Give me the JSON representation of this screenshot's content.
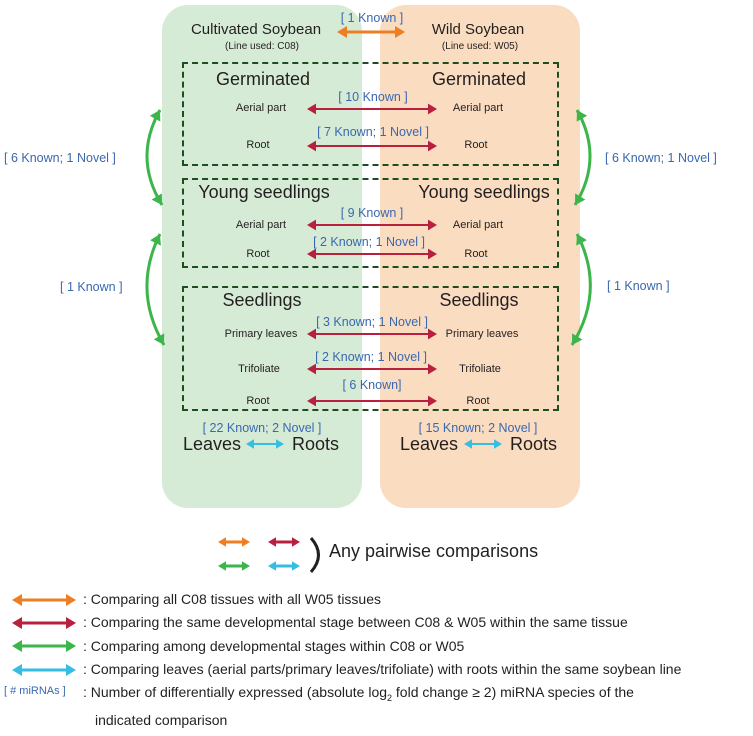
{
  "colors": {
    "orange": "#ef7d22",
    "red": "#b8203e",
    "green": "#3cb54a",
    "cyan": "#36bde4",
    "count_blue": "#3a68b0",
    "cultivated_bg": "#d5ebd6",
    "wild_bg": "#fadcc0",
    "box_border": "#1f4d22"
  },
  "cultivated": {
    "title": "Cultivated Soybean",
    "line": "(Line used: C08)"
  },
  "wild": {
    "title": "Wild Soybean",
    "line": "(Line used: W05)"
  },
  "top_count": "[ 1 Known ]",
  "stages": {
    "germinated": {
      "label": "Germinated",
      "tissue1": "Aerial part",
      "count1": "[ 10 Known ]",
      "tissue2": "Root",
      "count2": "[ 7 Known; 1 Novel ]"
    },
    "young": {
      "label": "Young seedlings",
      "tissue1": "Aerial part",
      "count1": "[ 9 Known ]",
      "tissue2": "Root",
      "count2": "[ 2 Known; 1 Novel ]"
    },
    "seedlings": {
      "label": "Seedlings",
      "tissue1": "Primary leaves",
      "count1": "[ 3 Known; 1 Novel ]",
      "tissue2": "Trifoliate",
      "count2": "[ 2 Known; 1 Novel ]",
      "tissue3": "Root",
      "count3": "[ 6 Known]"
    }
  },
  "side_counts": {
    "left_upper": "[ 6 Known; 1 Novel ]",
    "left_lower": "[ 1 Known ]",
    "right_upper": "[ 6 Known; 1 Novel ]",
    "right_lower": "[ 1 Known ]"
  },
  "leaves_roots": {
    "leaves": "Leaves",
    "roots": "Roots",
    "cultivated_count": "[ 22 Known; 2 Novel ]",
    "wild_count": "[ 15 Known; 2 Novel ]"
  },
  "legend": {
    "any_pairwise": "Any pairwise comparisons",
    "orange": ": Comparing all C08 tissues with all W05 tissues",
    "red": ": Comparing the same developmental stage between C08 & W05 within the same tissue",
    "green": ": Comparing among developmental stages within C08 or W05",
    "cyan": ": Comparing leaves (aerial parts/primary leaves/trifoliate) with roots within the same soybean line",
    "mirna_tag": "[ # miRNAs ]",
    "mirna_line1_a": ": Number of differentially expressed (absolute log",
    "mirna_sub": "2",
    "mirna_line1_b": " fold change ≥ 2) miRNA species of the",
    "mirna_line2": "indicated comparison"
  }
}
